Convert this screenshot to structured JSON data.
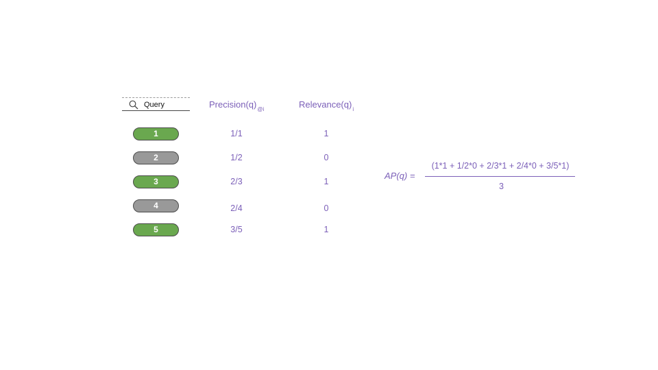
{
  "search": {
    "icon": "search-icon",
    "label": "Query"
  },
  "headers": {
    "precision": {
      "main": "Precision(q)",
      "sub": "@i"
    },
    "relevance": {
      "main": "Relevance(q)",
      "sub": "i"
    }
  },
  "results": [
    {
      "rank": "1",
      "relevant": true,
      "precision": "1/1",
      "relevance": "1"
    },
    {
      "rank": "2",
      "relevant": false,
      "precision": "1/2",
      "relevance": "0"
    },
    {
      "rank": "3",
      "relevant": true,
      "precision": "2/3",
      "relevance": "1"
    },
    {
      "rank": "4",
      "relevant": false,
      "precision": "2/4",
      "relevance": "0"
    },
    {
      "rank": "5",
      "relevant": true,
      "precision": "3/5",
      "relevance": "1"
    }
  ],
  "formula": {
    "label": "AP(q) =",
    "numerator": "(1*1 + 1/2*0 + 2/3*1 + 2/4*0 + 3/5*1)",
    "denominator": "3"
  },
  "colors": {
    "relevant": "#6aa84f",
    "nonrelevant": "#999999",
    "text_accent": "#7b5fb8"
  }
}
